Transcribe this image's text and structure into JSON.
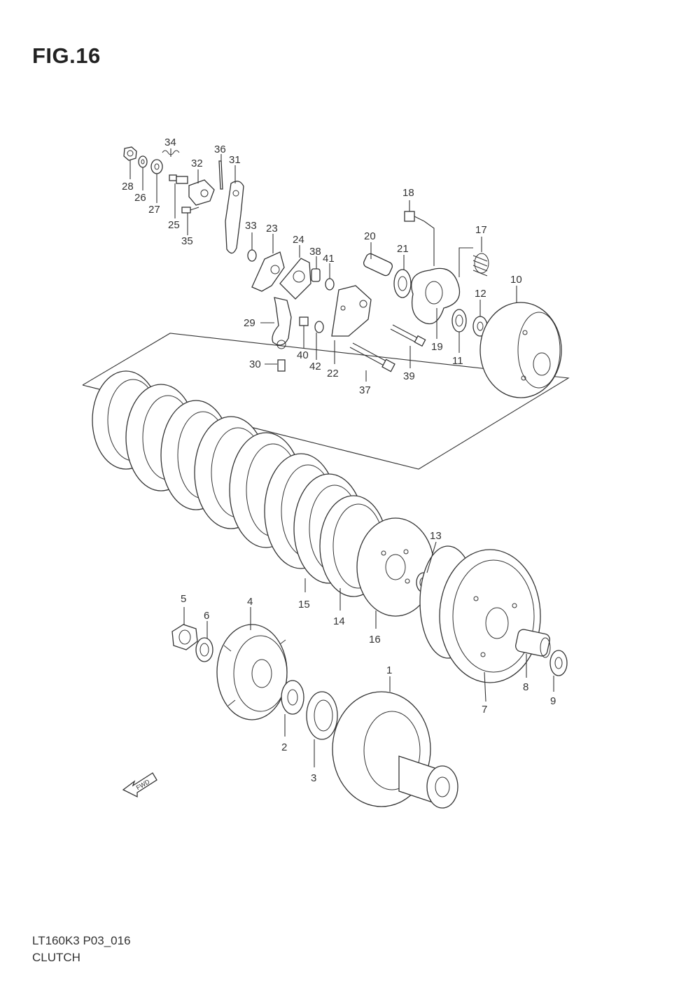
{
  "figure_title": "FIG.16",
  "model_code": "LT160K3 P03_016",
  "section_name": "CLUTCH",
  "fwd_label": "FWD",
  "callouts": {
    "c1": "1",
    "c2": "2",
    "c3": "3",
    "c4": "4",
    "c5": "5",
    "c6": "6",
    "c7": "7",
    "c8": "8",
    "c9": "9",
    "c10": "10",
    "c11": "11",
    "c12": "12",
    "c13": "13",
    "c14": "14",
    "c15": "15",
    "c16": "16",
    "c17": "17",
    "c18": "18",
    "c19": "19",
    "c20": "20",
    "c21": "21",
    "c22": "22",
    "c23": "23",
    "c24": "24",
    "c25": "25",
    "c26": "26",
    "c27": "27",
    "c28": "28",
    "c29": "29",
    "c30": "30",
    "c31": "31",
    "c32": "32",
    "c33": "33",
    "c34": "34",
    "c35": "35",
    "c36": "36",
    "c37": "37",
    "c38": "38",
    "c39": "39",
    "c40": "40",
    "c41": "41",
    "c42": "42"
  }
}
